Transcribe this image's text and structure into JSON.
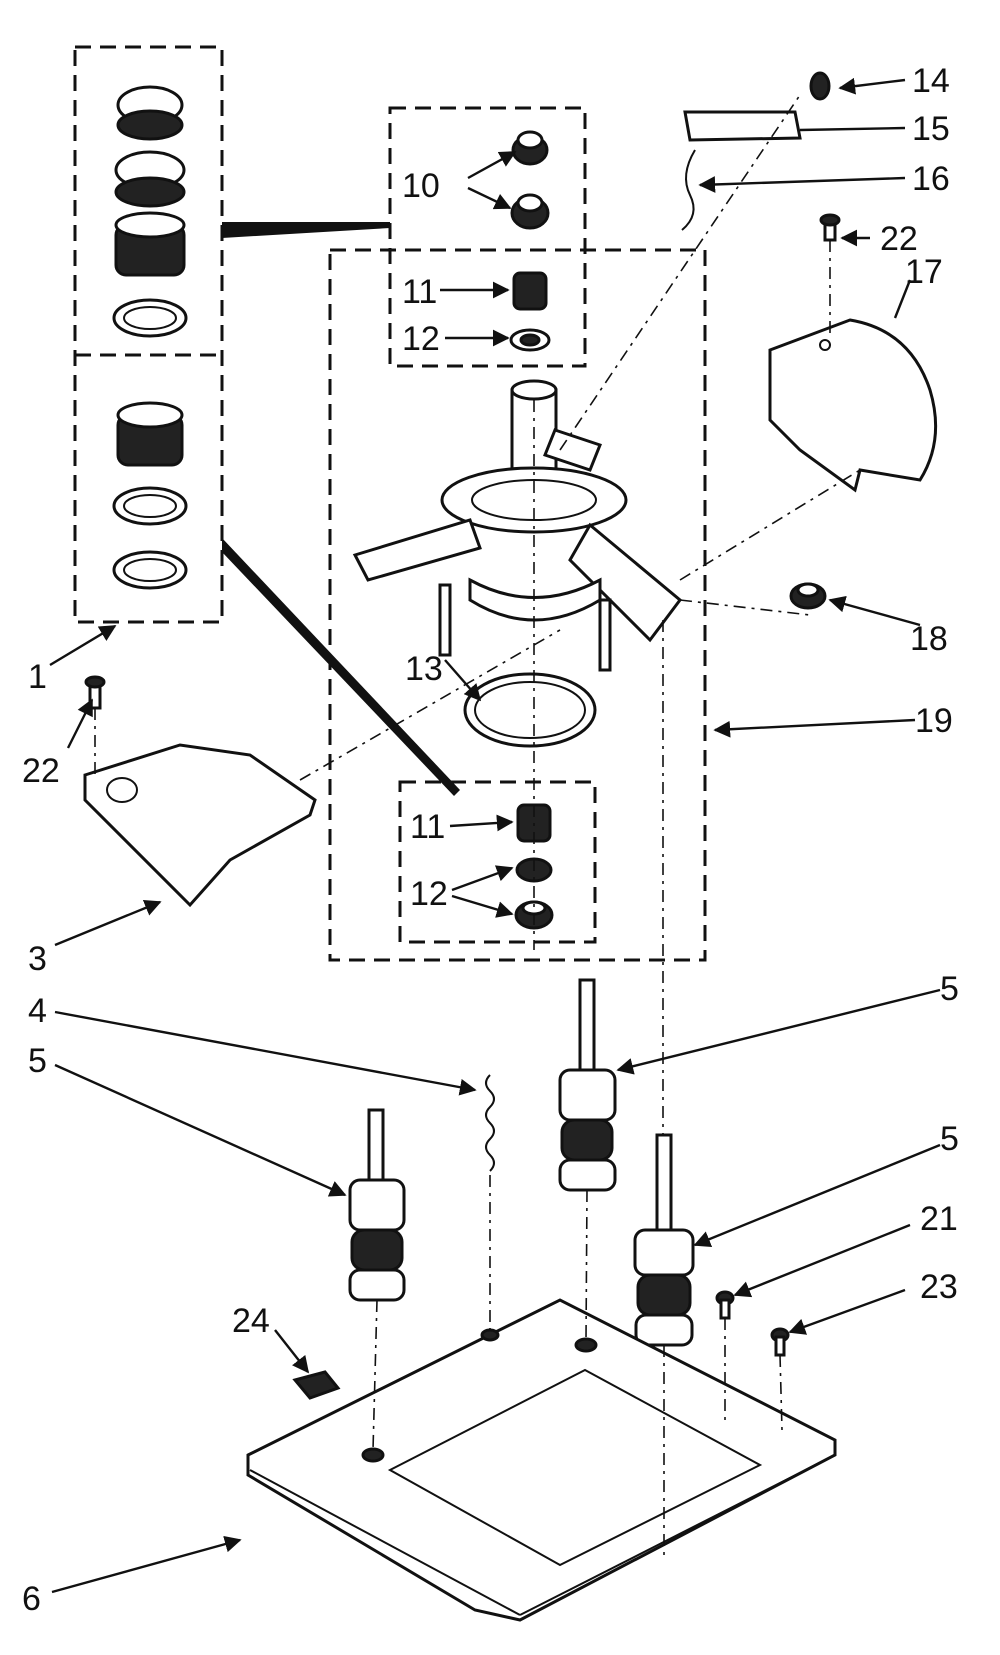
{
  "callouts": {
    "c1": "1",
    "c3": "3",
    "c4": "4",
    "c5a": "5",
    "c5b": "5",
    "c5c": "5",
    "c6": "6",
    "c10": "10",
    "c11a": "11",
    "c11b": "11",
    "c12a": "12",
    "c12b": "12",
    "c13": "13",
    "c14": "14",
    "c15": "15",
    "c16": "16",
    "c17": "17",
    "c18": "18",
    "c19": "19",
    "c21": "21",
    "c22a": "22",
    "c22b": "22",
    "c23": "23",
    "c24": "24"
  }
}
